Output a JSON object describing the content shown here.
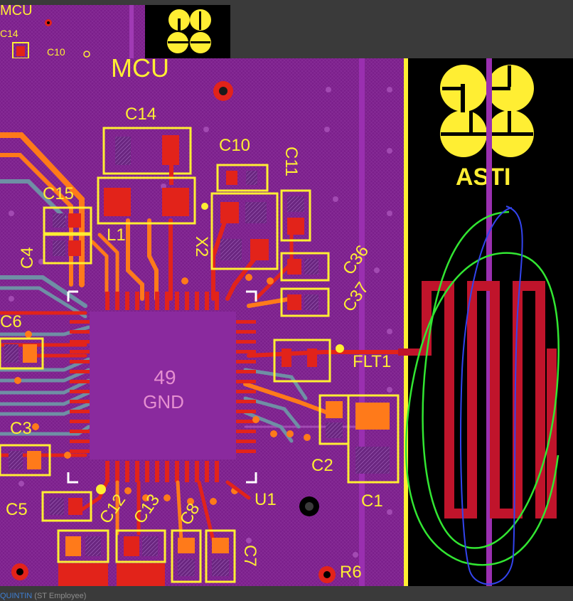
{
  "board": {
    "colors": {
      "background": "#3a3a3a",
      "copper_fill": "#7a1d8a",
      "trace_red": "#e2231a",
      "trace_orange": "#ff7a1a",
      "silkscreen": "#ffee33",
      "keepout_black": "#000000",
      "annotation_green": "#32e632",
      "annotation_blue": "#3344ee"
    },
    "icons": [
      "asti-logo-icon",
      "mounting-hole-icon",
      "antenna-trace-icon"
    ],
    "thumb_labels": {
      "mcu": "MCU",
      "c14": "C14",
      "c10": "C10"
    },
    "section_label": "MCU",
    "logo_text": "ASTI",
    "chip_center": {
      "pin_number": "49",
      "net_name": "GND"
    },
    "component_labels": {
      "c14": "C14",
      "c10": "C10",
      "c11": "C11",
      "c15": "C15",
      "l1": "L1",
      "x2": "X2",
      "c4": "C4",
      "c36": "C36",
      "c37": "C37",
      "c6": "C6",
      "flt1": "FLT1",
      "c3": "C3",
      "c2": "C2",
      "c1": "C1",
      "c5": "C5",
      "c12": "C12",
      "c13": "C13",
      "c8": "C8",
      "c7": "C7",
      "u1": "U1",
      "r6": "R6"
    }
  },
  "attribution": {
    "user": "QUINTIN",
    "role": "(ST Employee)"
  }
}
